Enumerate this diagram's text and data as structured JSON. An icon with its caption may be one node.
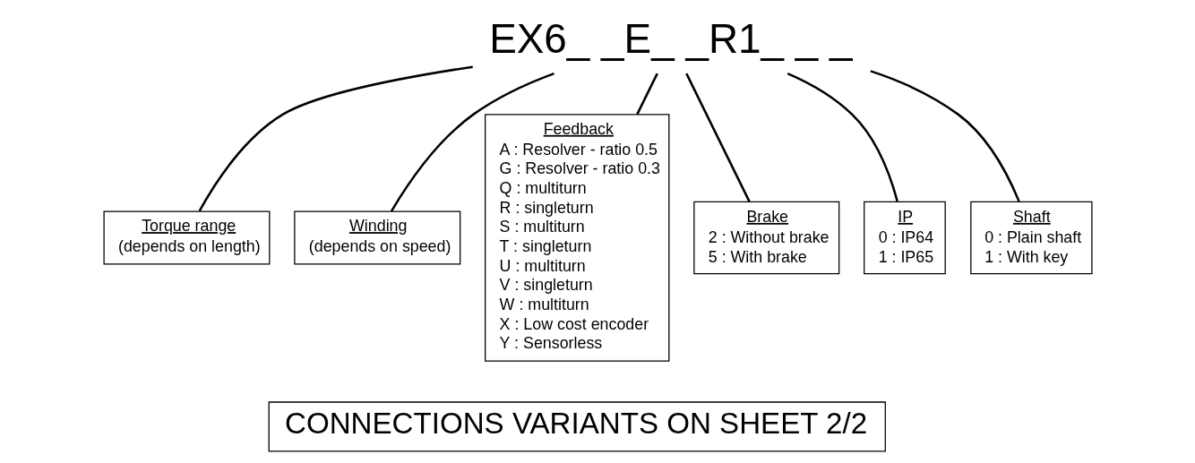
{
  "diagram": {
    "nodes": [
      {
        "text": [
          "EX6_ _E_ _R1_ _ _"
        ]
      },
      {
        "text": [
          "Torque range",
          "(depends on length)"
        ]
      },
      {
        "text": [
          "Winding",
          "(depends on speed)"
        ]
      },
      {
        "text": [
          "Feedback",
          "A : Resolver - ratio 0.5",
          "G : Resolver - ratio 0.3",
          "Q : multiturn",
          "R : singleturn",
          "S : multiturn",
          "T : singleturn",
          "U : multiturn",
          "V : singleturn",
          "W : multiturn",
          "X : Low cost encoder",
          "Y : Sensorless"
        ]
      },
      {
        "text": [
          "Brake",
          "2 : Without brake",
          "5 : With brake"
        ]
      },
      {
        "text": [
          "IP",
          "0 : IP64",
          "1 : IP65"
        ]
      },
      {
        "text": [
          "Shaft",
          "0 : Plain shaft",
          "1 : With key"
        ]
      },
      {
        "text": [
          "CONNECTIONS VARIANTS ON SHEET 2/2"
        ]
      }
    ],
    "edges": [
      {
        "from": 0,
        "to": 1,
        "arrow": "none"
      },
      {
        "from": 0,
        "to": 3,
        "arrow": "none"
      },
      {
        "from": 0,
        "to": 2,
        "arrow": "none"
      },
      {
        "from": 0,
        "to": 4,
        "arrow": "none"
      },
      {
        "from": 0,
        "to": 5,
        "arrow": "none"
      },
      {
        "from": 0,
        "to": 6,
        "arrow": "none"
      }
    ]
  }
}
